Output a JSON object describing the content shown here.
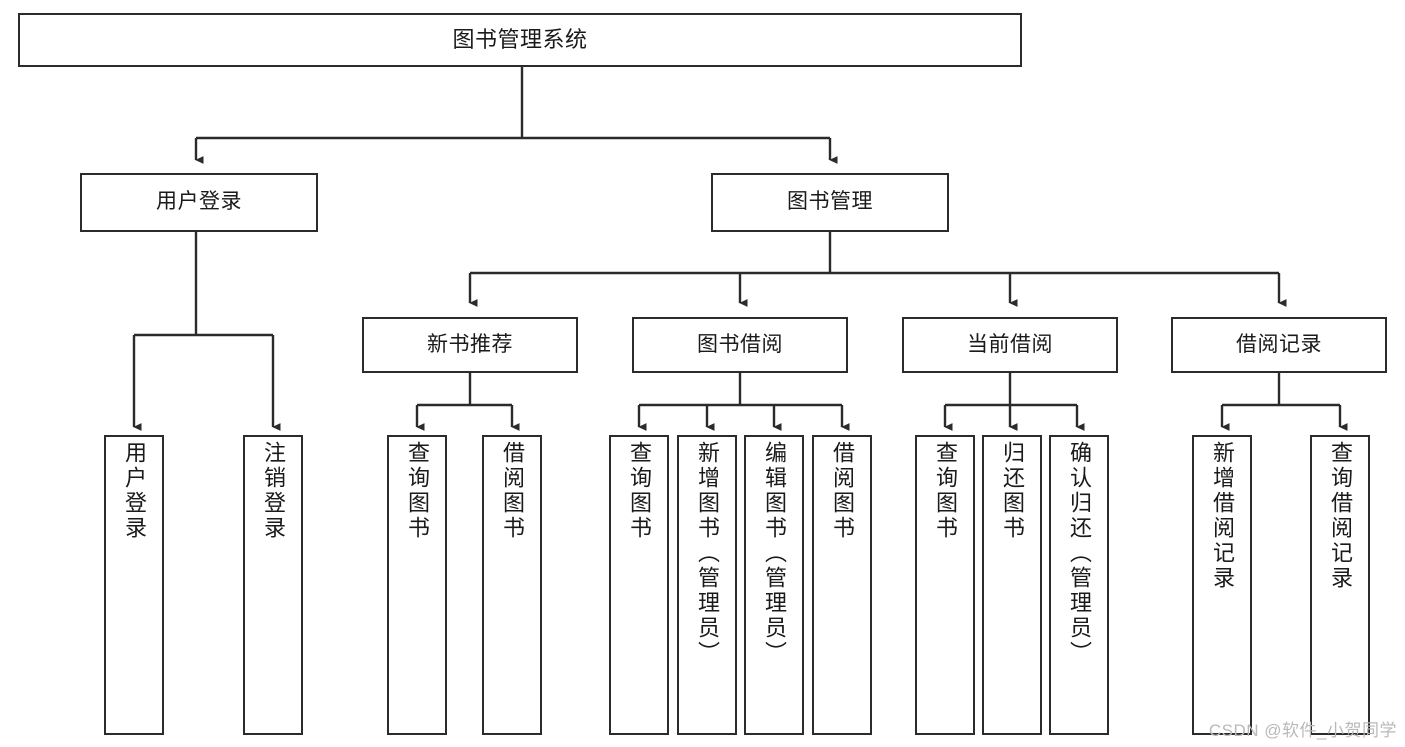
{
  "diagram": {
    "title": "图书管理系统",
    "type": "tree-hierarchy-diagram",
    "watermark": "CSDN @软件_小贺同学",
    "colors": {
      "border": "#2b2b2b",
      "fill": "#ffffff",
      "text": "#1a1a1a",
      "watermark": "#b9b9b9",
      "edge": "#2b2b2b"
    },
    "nodes": {
      "root": {
        "label": "图书管理系统"
      },
      "level2": [
        {
          "id": "user-login",
          "label": "用户登录"
        },
        {
          "id": "book-management",
          "label": "图书管理"
        }
      ],
      "level3": [
        {
          "id": "new-book-recommend",
          "label": "新书推荐"
        },
        {
          "id": "book-borrow",
          "label": "图书借阅"
        },
        {
          "id": "current-borrow",
          "label": "当前借阅"
        },
        {
          "id": "borrow-record",
          "label": "借阅记录"
        }
      ],
      "leaves": {
        "user-login": [
          {
            "id": "leaf-user-login",
            "label": "用户登录"
          },
          {
            "id": "leaf-logout-login",
            "label": "注销登录"
          }
        ],
        "new-book-recommend": [
          {
            "id": "leaf-query-book-1",
            "label": "查询图书"
          },
          {
            "id": "leaf-borrow-book-1",
            "label": "借阅图书"
          }
        ],
        "book-borrow": [
          {
            "id": "leaf-query-book-2",
            "label": "查询图书"
          },
          {
            "id": "leaf-add-book",
            "label": "新增图书（管理员）"
          },
          {
            "id": "leaf-edit-book",
            "label": "编辑图书（管理员）"
          },
          {
            "id": "leaf-borrow-book-2",
            "label": "借阅图书"
          }
        ],
        "current-borrow": [
          {
            "id": "leaf-query-book-3",
            "label": "查询图书"
          },
          {
            "id": "leaf-return-book",
            "label": "归还图书"
          },
          {
            "id": "leaf-confirm-return",
            "label": "确认归还（管理员）"
          }
        ],
        "borrow-record": [
          {
            "id": "leaf-add-record",
            "label": "新增借阅记录"
          },
          {
            "id": "leaf-query-record",
            "label": "查询借阅记录"
          }
        ]
      }
    }
  }
}
